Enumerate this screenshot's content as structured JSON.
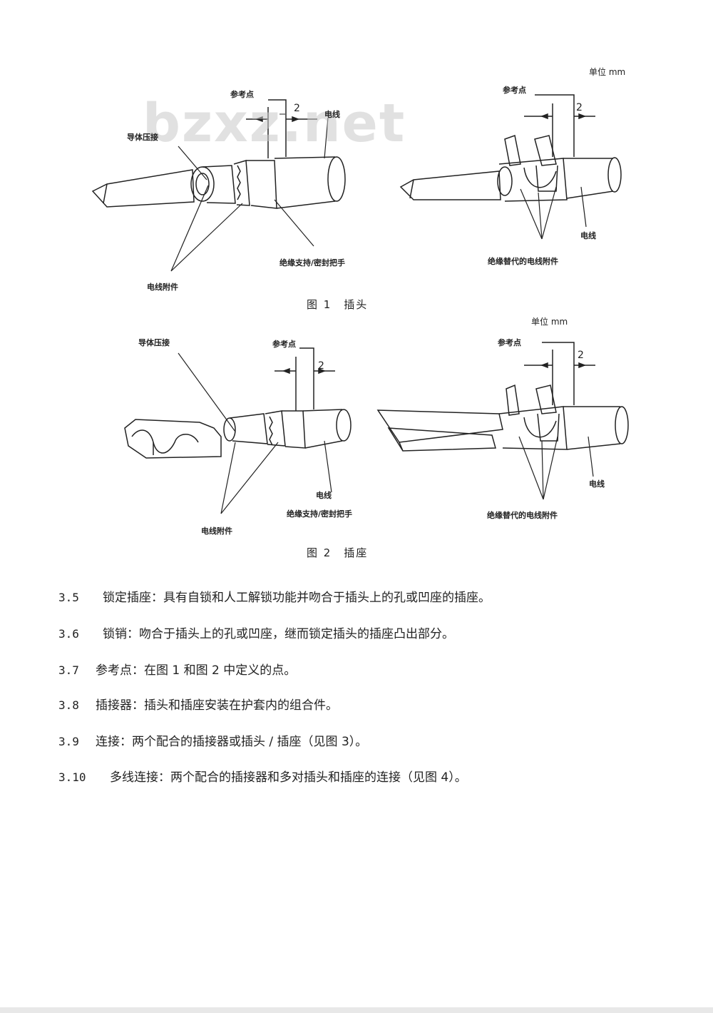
{
  "watermark": "bzxz.net",
  "figure1": {
    "unit": "单位 mm",
    "caption": "图 1　插头",
    "left": {
      "ref_point": "参考点",
      "dim": "2",
      "wire": "电线",
      "conductor_crimp": "导体压接",
      "insulation_support": "绝缘支持/密封把手",
      "wire_attachment": "电线附件"
    },
    "right": {
      "ref_point": "参考点",
      "dim": "2",
      "wire": "电线",
      "insulation_alt": "绝缘替代的电线附件"
    }
  },
  "figure2": {
    "unit": "单位 mm",
    "caption": "图 2　插座",
    "left": {
      "conductor_crimp": "导体压接",
      "ref_point": "参考点",
      "dim": "2",
      "wire": "电线",
      "insulation_support": "绝缘支持/密封把手",
      "wire_attachment": "电线附件"
    },
    "right": {
      "ref_point": "参考点",
      "dim": "2",
      "wire": "电线",
      "insulation_alt": "绝缘替代的电线附件"
    }
  },
  "clauses": [
    {
      "num": "3.5",
      "text": "锁定插座：具有自锁和人工解锁功能并吻合于插头上的孔或凹座的插座。"
    },
    {
      "num": "3.6",
      "text": "锁销：吻合于插头上的孔或凹座，继而锁定插头的插座凸出部分。"
    },
    {
      "num": "3.7",
      "text": "参考点：在图 1 和图 2 中定义的点。"
    },
    {
      "num": "3.8",
      "text": "插接器：插头和插座安装在护套内的组合件。"
    },
    {
      "num": "3.9",
      "text": "连接：两个配合的插接器或插头 / 插座（见图 3）。"
    },
    {
      "num": "3.10",
      "text": "多线连接：两个配合的插接器和多对插头和插座的连接（见图 4）。"
    }
  ]
}
